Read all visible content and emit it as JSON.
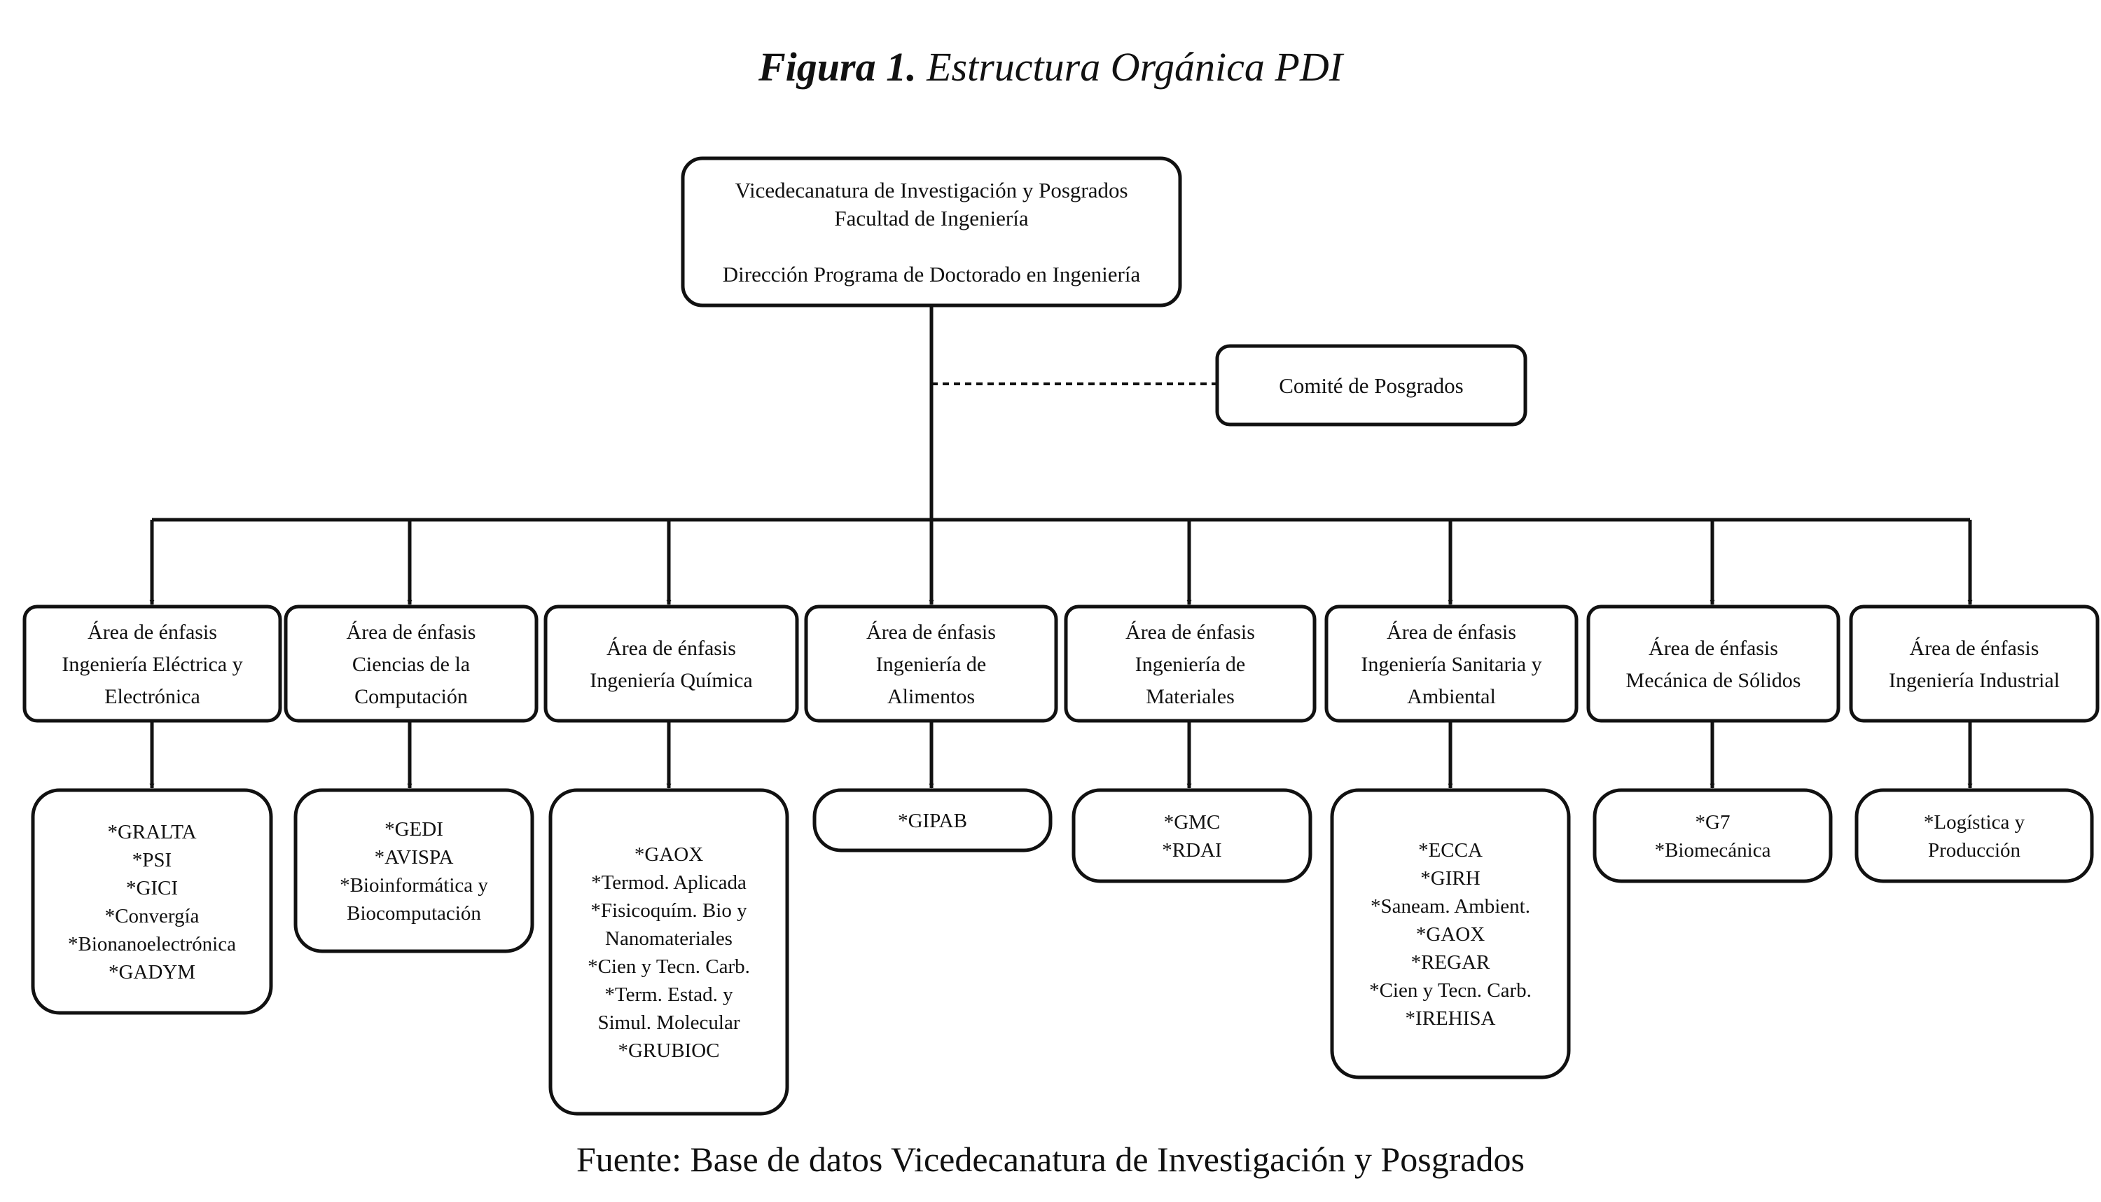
{
  "figure": {
    "label": "Figura 1.",
    "title": "Estructura Orgánica PDI",
    "source": "Fuente: Base de datos Vicedecanatura de Investigación y Posgrados"
  },
  "top_node": {
    "lines": [
      "Vicedecanatura de Investigación y Posgrados",
      "Facultad de Ingeniería",
      "",
      "Dirección Programa de Doctorado en Ingeniería"
    ]
  },
  "committee": {
    "lines": [
      "Comité de Posgrados"
    ]
  },
  "areas": [
    {
      "lines": [
        "Área de énfasis",
        "Ingeniería Eléctrica y",
        "Electrónica"
      ],
      "groups": [
        "*GRALTA",
        "*PSI",
        "*GICI",
        "*Convergía",
        "*Bionanoelectrónica",
        "*GADYM"
      ]
    },
    {
      "lines": [
        "Área de énfasis",
        "Ciencias de la",
        "Computación"
      ],
      "groups": [
        "*GEDI",
        "*AVISPA",
        "*Bioinformática y",
        "Biocomputación"
      ]
    },
    {
      "lines": [
        "Área de énfasis",
        "Ingeniería Química"
      ],
      "groups": [
        "*GAOX",
        "*Termod. Aplicada",
        "*Fisicoquím. Bio y",
        "Nanomateriales",
        "*Cien y Tecn. Carb.",
        "*Term. Estad. y",
        "Simul. Molecular",
        "*GRUBIOC"
      ]
    },
    {
      "lines": [
        "Área de énfasis",
        "Ingeniería de",
        "Alimentos"
      ],
      "groups": [
        "*GIPAB"
      ]
    },
    {
      "lines": [
        "Área de énfasis",
        "Ingeniería de",
        "Materiales"
      ],
      "groups": [
        "*GMC",
        "*RDAI"
      ]
    },
    {
      "lines": [
        "Área de énfasis",
        "Ingeniería Sanitaria y",
        "Ambiental"
      ],
      "groups": [
        "*ECCA",
        "*GIRH",
        "*Saneam. Ambient.",
        "*GAOX",
        "*REGAR",
        "*Cien y Tecn. Carb.",
        "*IREHISA"
      ]
    },
    {
      "lines": [
        "Área de énfasis",
        "Mecánica de Sólidos"
      ],
      "groups": [
        "*G7",
        "*Biomecánica"
      ]
    },
    {
      "lines": [
        "Área de énfasis",
        "Ingeniería Industrial"
      ],
      "groups": [
        "*Logística y",
        "Producción"
      ]
    }
  ]
}
